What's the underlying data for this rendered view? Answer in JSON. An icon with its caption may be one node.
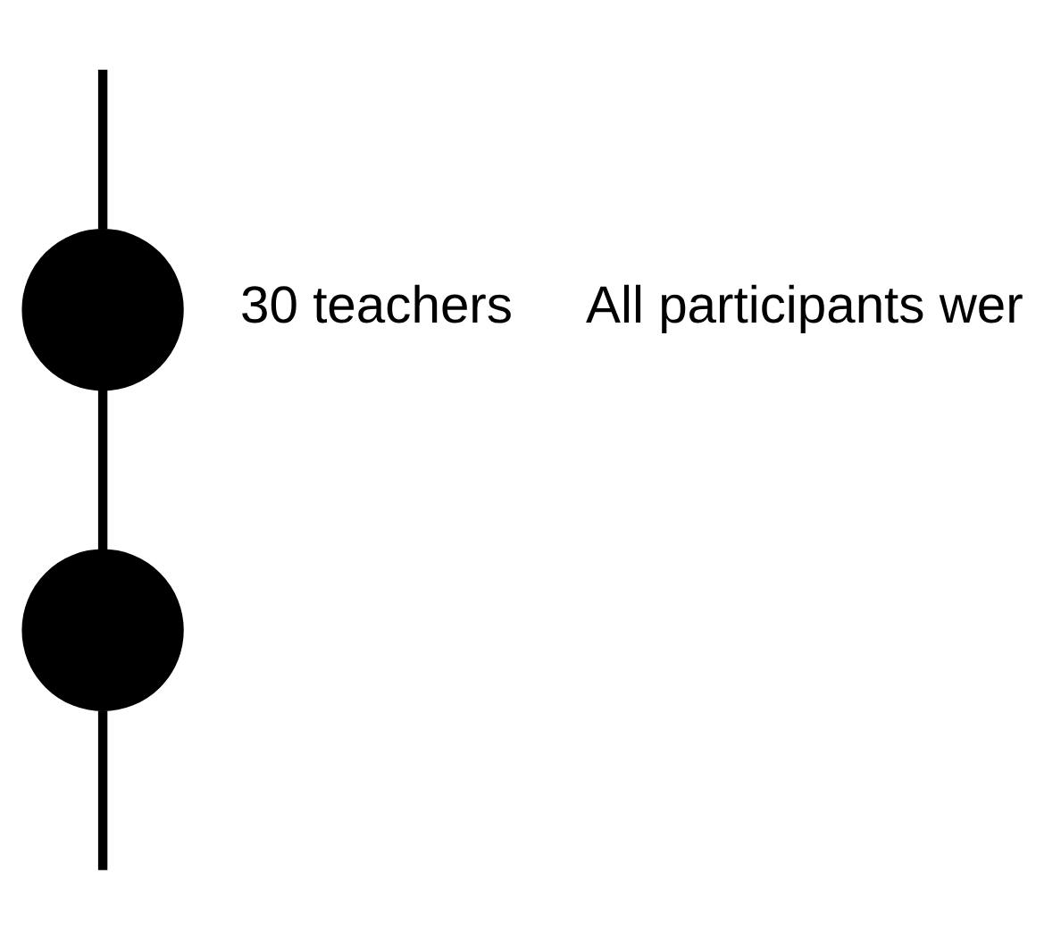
{
  "diagram": {
    "nodes": [
      {
        "text": [],
        "shape": "circle"
      },
      {
        "text": [],
        "shape": "circle"
      }
    ],
    "edges": [
      {
        "from": null,
        "to": 0,
        "arrow": "none"
      },
      {
        "from": 0,
        "to": 1,
        "arrow": "none"
      },
      {
        "from": 1,
        "to": null,
        "arrow": "none"
      }
    ],
    "labels": [
      "30 teachers",
      "All participants wer"
    ]
  }
}
